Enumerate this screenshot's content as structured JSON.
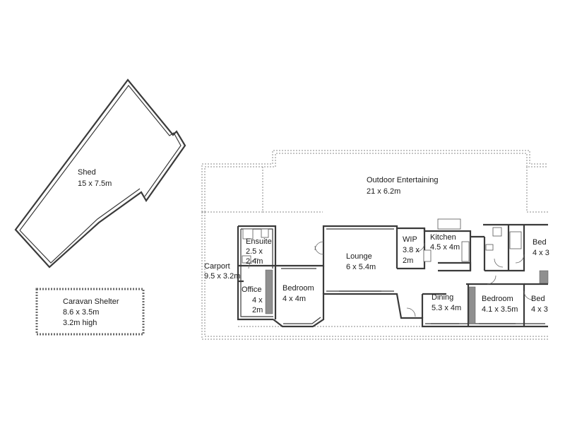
{
  "rooms": {
    "shed": {
      "name": "Shed",
      "size": "15 x 7.5m"
    },
    "caravan": {
      "name": "Caravan Shelter",
      "size": "8.6 x 3.5m",
      "height": "3.2m high"
    },
    "outdoor": {
      "name": "Outdoor Entertaining",
      "size": "21 x 6.2m"
    },
    "carport": {
      "name": "Carport",
      "size": "9.5 x 3.2m"
    },
    "ensuite": {
      "name": "Ensuite",
      "size_a": "2.5 x",
      "size_b": "2.4m"
    },
    "office": {
      "name": "Office",
      "size_a": "4 x",
      "size_b": "2m"
    },
    "bedroom1": {
      "name": "Bedroom",
      "size": "4 x 4m"
    },
    "lounge": {
      "name": "Lounge",
      "size": "6 x 5.4m"
    },
    "wip": {
      "name": "WIP",
      "size_a": "3.8 x",
      "size_b": "2m"
    },
    "kitchen": {
      "name": "Kitchen",
      "size": "4.5 x 4m"
    },
    "dining": {
      "name": "Dining",
      "size": "5.3 x 4m"
    },
    "bedroom2": {
      "name": "Bedroom",
      "size": "4.1 x 3.5m"
    },
    "bed_r1": {
      "name": "Bed",
      "size": "4 x 3"
    },
    "bed_r2": {
      "name": "Bed",
      "size": "4 x 3"
    }
  }
}
